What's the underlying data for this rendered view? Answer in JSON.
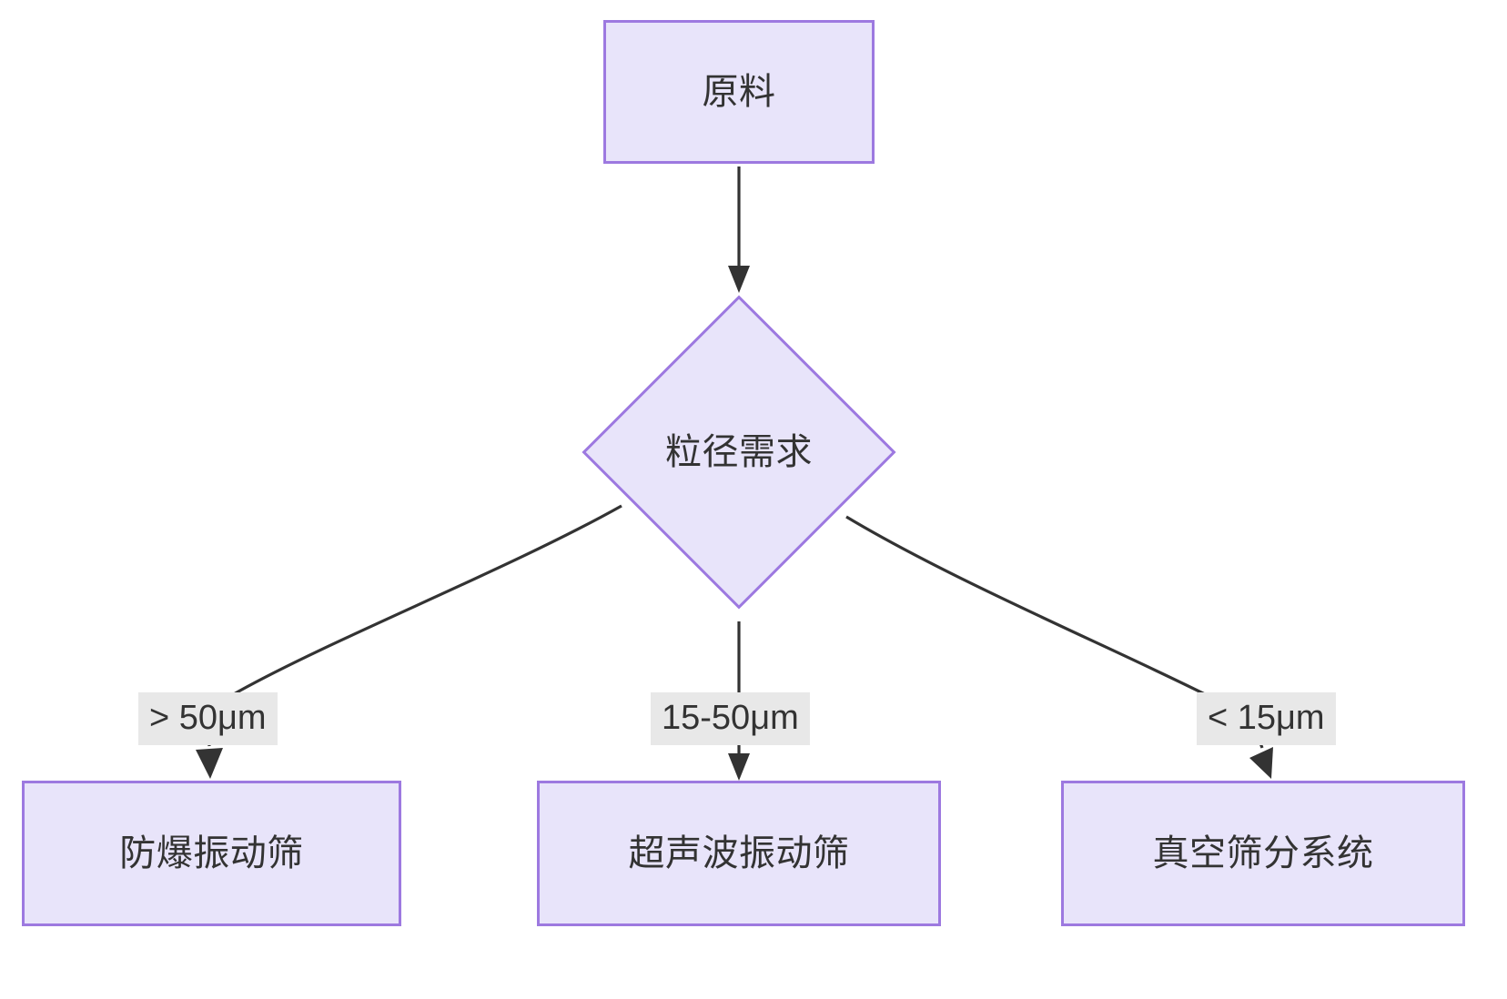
{
  "diagram": {
    "type": "flowchart",
    "direction": "top-down",
    "theme": {
      "node_fill": "#e8e4fa",
      "node_border": "#9d79e0",
      "edge_color": "#333333",
      "text_color": "#333333",
      "edge_label_background": "#e8e8e8",
      "canvas_background": "#ffffff"
    },
    "nodes": [
      {
        "id": "raw",
        "label": "原料",
        "shape": "rectangle"
      },
      {
        "id": "decision",
        "label": "粒径需求",
        "shape": "diamond"
      },
      {
        "id": "coarse",
        "label": "防爆振动筛",
        "shape": "rectangle"
      },
      {
        "id": "medium",
        "label": "超声波振动筛",
        "shape": "rectangle"
      },
      {
        "id": "fine",
        "label": "真空筛分系统",
        "shape": "rectangle"
      }
    ],
    "edges": [
      {
        "from": "raw",
        "to": "decision",
        "label": ""
      },
      {
        "from": "decision",
        "to": "coarse",
        "label": "> 50μm"
      },
      {
        "from": "decision",
        "to": "medium",
        "label": "15-50μm"
      },
      {
        "from": "decision",
        "to": "fine",
        "label": "< 15μm"
      }
    ]
  }
}
